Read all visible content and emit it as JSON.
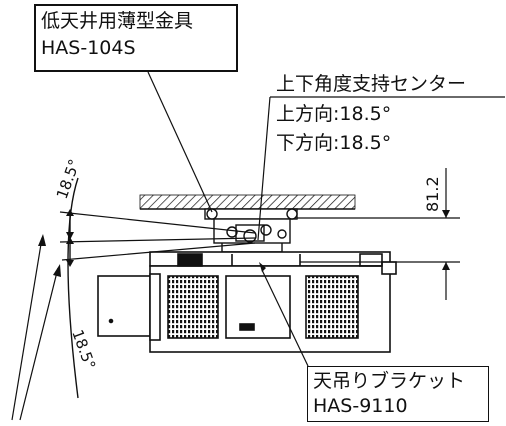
{
  "labels": {
    "bracket_top_line1": "低天井用薄型金具",
    "bracket_top_line2": "HAS-104S",
    "center_title": "上下角度支持センター",
    "angle_up": "上方向:18.5°",
    "angle_down": "下方向:18.5°",
    "dimension": "81.2",
    "angle_upper_arc": "18.5°",
    "angle_lower_arc": "18.5°",
    "bracket_bottom_line1": "天吊りブラケット",
    "bracket_bottom_line2": "HAS-9110"
  },
  "colors": {
    "line": "#111111",
    "hatch": "#111111",
    "background": "#ffffff"
  }
}
